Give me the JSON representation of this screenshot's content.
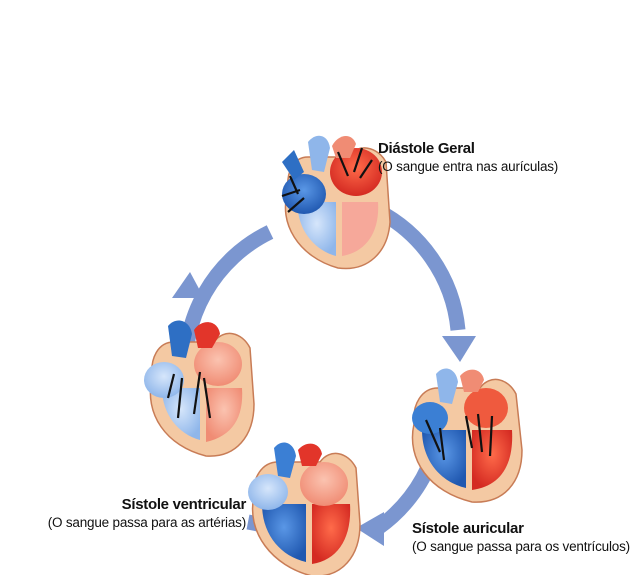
{
  "phases": {
    "diastole": {
      "title": "Diástole Geral",
      "subtitle": "(O sangue entra nas aurículas)"
    },
    "systole_atrial": {
      "title": "Sístole auricular",
      "subtitle": "(O sangue passa para os ventrículos)"
    },
    "systole_ventricular": {
      "title": "Sístole ventricular",
      "subtitle": "(O sangue passa para as artérias)"
    }
  },
  "colors": {
    "cycle_arrow": "#7b96d0",
    "venous_blood": "#2e6fc4",
    "arterial_blood": "#e2352a",
    "heart_tissue": "#f4c9a3",
    "flow_arrow": "#111111"
  }
}
